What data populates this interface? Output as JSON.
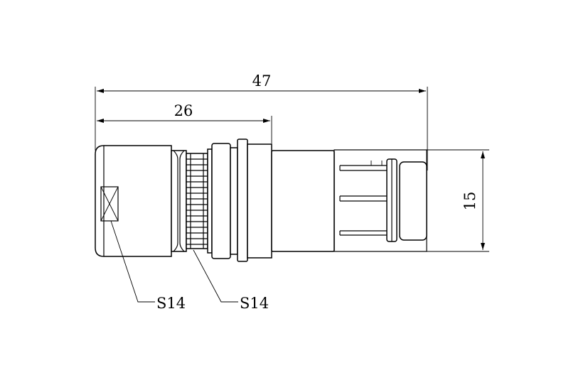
{
  "drawing": {
    "dimensions": {
      "overall_length": "47",
      "front_length": "26",
      "diameter": "15"
    },
    "callouts": {
      "wrench_flat": "S14",
      "knurled_nut": "S14"
    }
  }
}
